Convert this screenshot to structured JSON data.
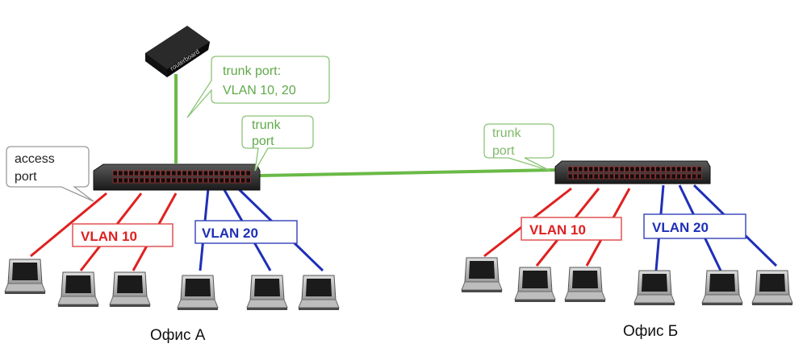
{
  "callouts": {
    "router_trunk_line1": "trunk port:",
    "router_trunk_line2": "VLAN 10, 20",
    "switch_a_trunk_line1": "trunk",
    "switch_a_trunk_line2": "port",
    "switch_b_trunk_line1": "trunk",
    "switch_b_trunk_line2": "port",
    "access_line1": "access",
    "access_line2": "port"
  },
  "vlans": {
    "office_a_vlan10": "VLAN 10",
    "office_a_vlan20": "VLAN 20",
    "office_b_vlan10": "VLAN 10",
    "office_b_vlan20": "VLAN 20"
  },
  "offices": {
    "office_a": "Офис А",
    "office_b": "Офис Б"
  },
  "device_labels": {
    "router_brand": "routerboard"
  },
  "colors": {
    "trunk": "#6aba47",
    "vlan10": "#e02020",
    "vlan20": "#1f2fb8",
    "callout_green": "#7cbb63"
  }
}
